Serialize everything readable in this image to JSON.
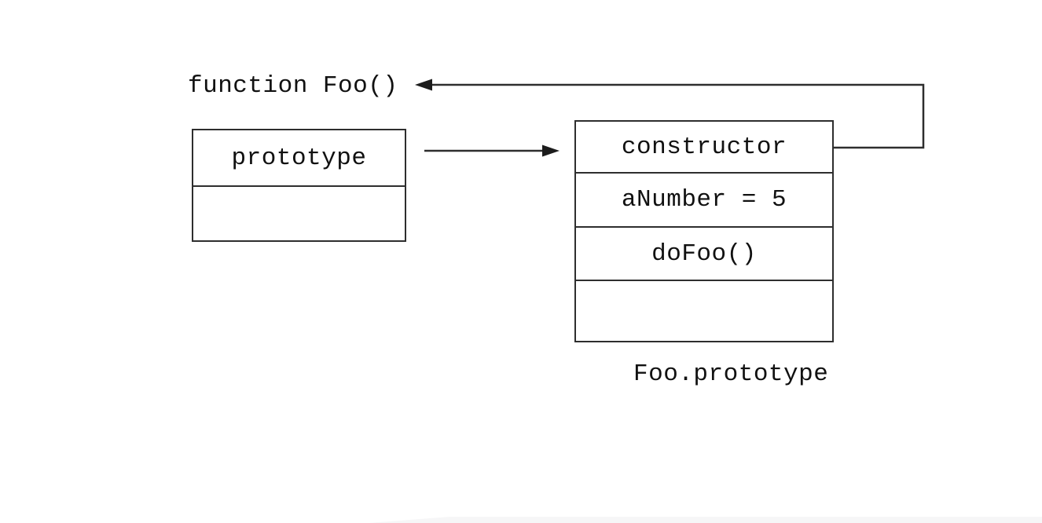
{
  "diagram": {
    "function_label": "function Foo()",
    "foo_function_box": {
      "rows": [
        "prototype",
        ""
      ]
    },
    "foo_prototype_box": {
      "rows": [
        "constructor",
        "aNumber = 5",
        "doFoo()",
        ""
      ]
    },
    "foo_prototype_caption": "Foo.prototype",
    "arrows": [
      {
        "name": "prototype-to-foo-prototype",
        "from": "prototype slot",
        "to": "Foo.prototype object",
        "direction": "right"
      },
      {
        "name": "constructor-to-function-foo",
        "from": "constructor slot",
        "to": "function Foo()",
        "direction": "left"
      }
    ],
    "colors": {
      "background": "#ffffff",
      "line": "#2e2e2e",
      "text": "#111111"
    }
  }
}
